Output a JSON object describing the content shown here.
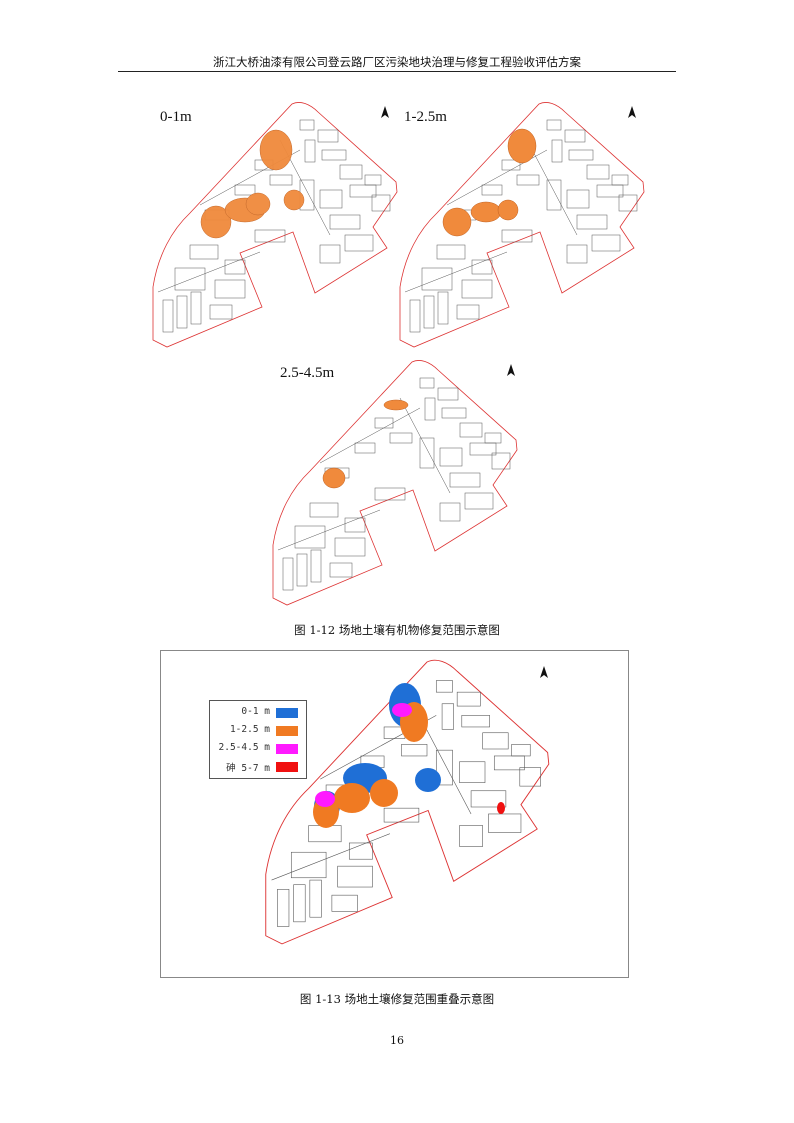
{
  "header": {
    "title": "浙江大桥油漆有限公司登云路厂区污染地块治理与修复工程验收评估方案"
  },
  "figure_1_12": {
    "maps": [
      {
        "label": "0-1m",
        "color": "#f08a3c"
      },
      {
        "label": "1-2.5m",
        "color": "#f08a3c"
      },
      {
        "label": "2.5-4.5m",
        "color": "#f08a3c"
      }
    ],
    "caption": "图  1-12 场地土壤有机物修复范围示意图"
  },
  "figure_1_13": {
    "legend": [
      {
        "label": "0-1 m",
        "color": "#1f6fd6"
      },
      {
        "label": "1-2.5 m",
        "color": "#f07a22"
      },
      {
        "label": "2.5-4.5 m",
        "color": "#ff1aff"
      },
      {
        "label": "砷 5-7 m",
        "color": "#f01010"
      }
    ],
    "caption": "图  1-13 场地土壤修复范围重叠示意图"
  },
  "page_number": "16"
}
